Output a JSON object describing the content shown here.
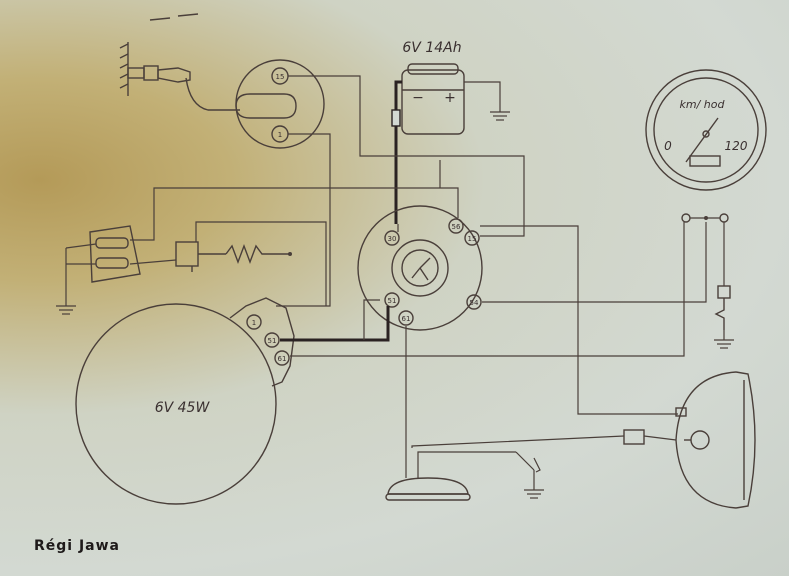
{
  "caption": "Régi Jawa",
  "battery": {
    "rating": "6V 14Ah",
    "minus": "−",
    "plus": "+"
  },
  "generator": {
    "rating": "6V 45W"
  },
  "speedometer": {
    "unit": "km/ hod",
    "min": "0",
    "max": "120"
  },
  "ignition_coil": {
    "terminal_top": "15",
    "terminal_bottom": "1"
  },
  "switch_box": {
    "terminals": {
      "t30": "30",
      "t15": "15",
      "t56": "56",
      "t54": "54",
      "t51": "51",
      "t61": "61"
    }
  },
  "generator_terminals": {
    "g1": "1",
    "g2": "51",
    "g3": "61"
  },
  "colors": {
    "wire": "#4a3f3a",
    "paper": "#d3d9d2",
    "stain": "#b49a58"
  }
}
